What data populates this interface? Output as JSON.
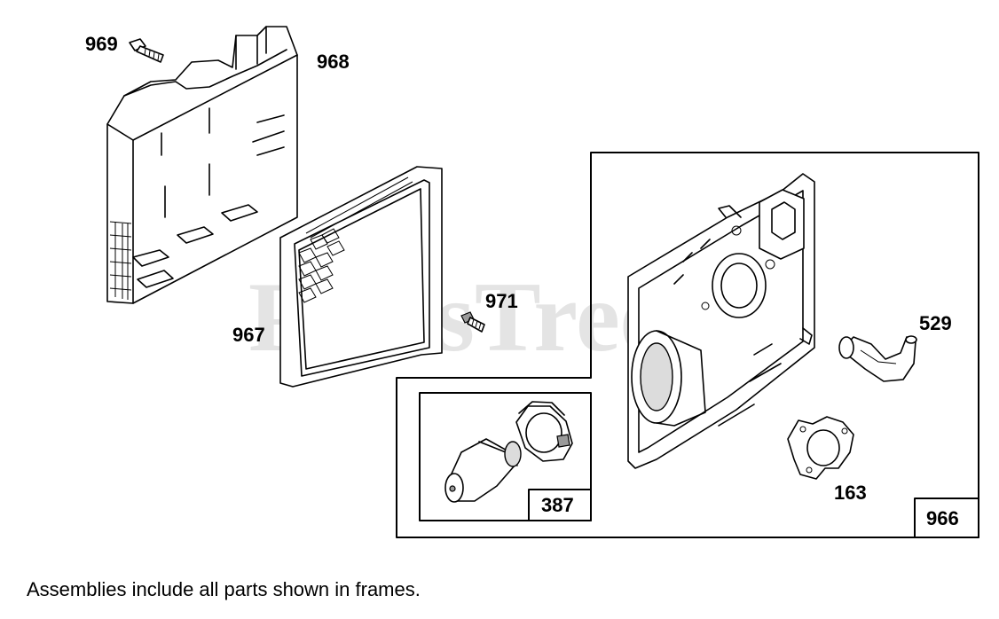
{
  "watermark": {
    "text": "PartsTree"
  },
  "parts": {
    "p969": "969",
    "p968": "968",
    "p967": "967",
    "p971": "971",
    "p529": "529",
    "p163": "163",
    "p387": "387",
    "p966": "966"
  },
  "footnote": "Assemblies include all parts shown in frames."
}
